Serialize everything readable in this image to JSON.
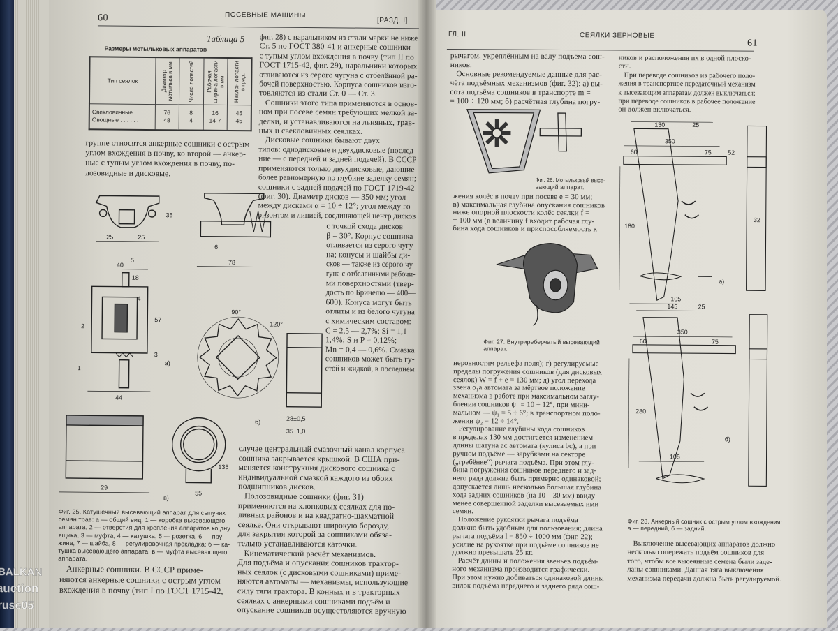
{
  "left_page": {
    "page_number": "60",
    "running_title": "ПОСЕВНЫЕ МАШИНЫ",
    "section": "[РАЗД. I]",
    "table": {
      "label": "Таблица 5",
      "title": "Размеры мотыльковых аппаратов",
      "headers": [
        "Тип сеялок",
        "Диаметр мотылька в мм",
        "Число лопастей",
        "Рабочая ширина лопасти в мм",
        "Наклон лопасти в град."
      ],
      "rows": [
        [
          "Свекловичные . . . .",
          "76",
          "8",
          "16",
          "45"
        ],
        [
          "Овощные . . . . . .",
          "48",
          "4",
          "14·7",
          "45"
        ]
      ]
    },
    "para_under_table": [
      "группе относятся анкерные сошники с острым",
      "углом вхождения в почву, ко второй — анкер-",
      "ные с тупым углом вхождения в почву, по-",
      "лозовидные и дисковые."
    ],
    "col2_lines": [
      "фиг. 28) с наральником из стали марки не ниже",
      "Ст. 5 по ГОСТ 380-41 и анкерные сошники",
      "с тупым углом вхождения в почву (тип II по",
      "ГОСТ 1715-42, фиг. 29), наральники которых",
      "отливаются из серого чугуна с отбелённой ра-",
      "бочей поверхностью. Корпуса сошников изго-",
      "товляются из стали Ст. 0 — Ст. 3.",
      "   Сошники этого типа применяются в основ-",
      "ном при посеве семян требующих мелкой за-",
      "делки, и устанавливаются на льняных, трав-",
      "ных и свекловичных сеялках.",
      "   Дисковые сошники бывают двух",
      "типов: однодисковые и двухдисковые (послед-",
      "ние — с передней и задней подачей). В СССР",
      "применяются только двухдисковые, дающие",
      "более равномерную по глубине заделку семян;",
      "сошники с задней подачей по ГОСТ 1719-42",
      "(фиг. 30). Диаметр дисков — 350 мм; угол",
      "между дисками α = 10 ÷ 12°; угол между го-",
      "ризонтом и линией, соединяющей центр дисков"
    ],
    "col2_narrow_lines": [
      "с точкой схода дисков",
      "β = 30°. Корпус сошника",
      "отливается из серого чугу-",
      "на; конусы и шайбы ди-",
      "сков — также из серого чу-",
      "гуна с отбеленными рабочи-",
      "ми поверхностями (твер-",
      "дость по Бринелю — 400—",
      "600). Конуса могут быть",
      "отлиты и из белого чугуна",
      "с химическим составом:",
      "C = 2,5 — 2,7%; Si = 1,1—",
      "1,4%; S и P = 0,12%;",
      "Mn = 0,4 — 0,6%. Смазка",
      "сошников может быть гу-",
      "стой и жидкой, в последнем"
    ],
    "col2_bottom_lines": [
      "случае центральный смазочный канал корпуса",
      "сошника закрывается крышкой. В США при-",
      "меняется конструкция дискового сошника с",
      "индивидуальной смазкой каждого из обоих",
      "подшипников дисков.",
      "   Полозовидные сошники (фиг. 31)",
      "применяются на хлопковых сеялках для по-",
      "ливных районов и на квадратно-шахматной",
      "сеялке. Они открывают широкую борозду,",
      "для закрытия которой за сошниками обяза-",
      "тельно устанавливаются каточки.",
      "   Кинематический расчёт механизмов.",
      "Для подъёма и опускания сошников трактор-",
      "ных сеялок (с дисковыми сошниками) приме-",
      "няются автоматы — механизмы, использующие",
      "силу тяги трактора. В конных и в тракторных",
      "сеялках с анкерными сошниками подъём и",
      "опускание сошников осуществляются вручную"
    ],
    "fig25_caption": [
      "Фиг. 25. Катушечный высевающий аппарат для сыпучих",
      "семян трав: а — общий вид; 1 — коробка высевающего",
      "аппарата, 2 — отверстия для крепления аппаратов ко дну",
      "ящика, 3 — муфта, 4 — катушка, 5 — розетка, 6 — пру-",
      "жина, 7 — шайба, 8 — регулировочная прокладка; б — ка-",
      "тушка высевающего аппарата; в — муфта высевающего",
      "аппарата."
    ],
    "bottom_left_lines": [
      "   Анкерные сошники. В СССР приме-",
      "няются анкерные сошники с острым углом",
      "вхождения в почву (тип I по ГОСТ 1715-42,"
    ],
    "fig25_labels": [
      "25",
      "25",
      "35",
      "78",
      "40",
      "18",
      "57",
      "44",
      "а)",
      "90°",
      "120°",
      "б)",
      "28±0,5",
      "35±1,0",
      "29",
      "55",
      "135",
      "в)",
      "1",
      "2",
      "3",
      "4",
      "5",
      "6"
    ]
  },
  "right_page": {
    "chapter": "ГЛ. II",
    "running_title": "СЕЯЛКИ ЗЕРНОВЫЕ",
    "page_number": "61",
    "col1_top_lines": [
      "рычагом, укреплённым на валу подъёма сош-",
      "ников.",
      "   Основные рекомендуемые данные для рас-",
      "чёта подъёмных механизмов (фиг. 32): а) вы-",
      "сота подъёма сошников в транспорте m =",
      "= 100 ÷ 120 мм; б) расчётная глубина погру-"
    ],
    "fig26_caption": [
      "Фиг. 26. Мотыльковый высе-",
      "вающий аппарат."
    ],
    "col1_mid_lines": [
      "жения колёс в почву при посеве e = 30 мм;",
      "в) максимальная глубина опускания сошников",
      "ниже опорной плоскости колёс сеялки f =",
      "= 100 мм (в величину f входит рабочая глу-",
      "бина хода сошников и приспособляемость к"
    ],
    "fig27_caption": [
      "Фиг. 27. Внутриреберчатый высевающий",
      "аппарат."
    ],
    "col1_bottom_lines": [
      "неровностям рельефа поля); г) регулируемые",
      "пределы погружения сошников (для дисковых",
      "сеялок) W = f + e = 130 мм; д) угол перехода",
      "звена o₁a автомата за мёртвое положение",
      "механизма в работе при максимальном заглу-",
      "блении сошников ψ₁ = 10 ÷ 12°, при мини-",
      "мальном — ψ₁ = 5 ÷ 6°; в транспортном поло-",
      "жении ψ₂ = 12 ÷ 14°.",
      "   Регулирование глубины хода сошников",
      "в пределах 130 мм достигается изменением",
      "длины шатуна ac автомата (кулиса bc), а при",
      "ручном подъёме — зарубками на секторе",
      "(„гребёнке“) рычага подъёма. При этом глу-",
      "бина погружения сошников переднего и зад-",
      "него ряда должна быть примерно одинаковой;",
      "допускается лишь несколько большая глубина",
      "хода задних сошников (на 10—30 мм) ввиду",
      "менее совершенной заделки высеваемых ими",
      "семян.",
      "   Положение рукоятки рычага подъёма",
      "должно быть удобным для пользования; длина",
      "рычага подъёма l = 850 ÷ 1000 мм (фиг. 22);",
      "усилие на рукоятке при подъёме сошников не",
      "должно превышать 25 кг.",
      "   Расчёт длины и положения звеньев подъём-",
      "ного механизма производится графически.",
      "При этом нужно добиваться одинаковой длины",
      "вилок подъёма переднего и заднего ряда сош-"
    ],
    "col2_top_lines": [
      "ников и расположения их в одной плоско-",
      "сти.",
      "   При переводе сошников из рабочего поло-",
      "жения в транспортное передаточный механизм",
      "к высевающим аппаратам должен выключаться;",
      "при переводе сошников в рабочее положение",
      "он должен включаться."
    ],
    "fig28_caption": [
      "Фиг. 28. Анкерный сошник с острым углом вхождения:",
      "а — передний, б — задний."
    ],
    "col2_bottom_lines": [
      "   Выключение высевающих аппаратов должно",
      "несколько опережать подъём сошников для",
      "того, чтобы все высеянные семена были заде-",
      "ланы сошниками. Данная тяга выключения",
      "механизма передачи должна быть регулируемой."
    ],
    "fig28_labels": [
      "130",
      "25",
      "350",
      "60",
      "75",
      "52",
      "180",
      "105",
      "32",
      "а)",
      "145",
      "25",
      "350",
      "60",
      "75",
      "280",
      "105",
      "б)"
    ]
  },
  "watermark": [
    "BALKAN",
    "auction",
    "ruse05"
  ]
}
